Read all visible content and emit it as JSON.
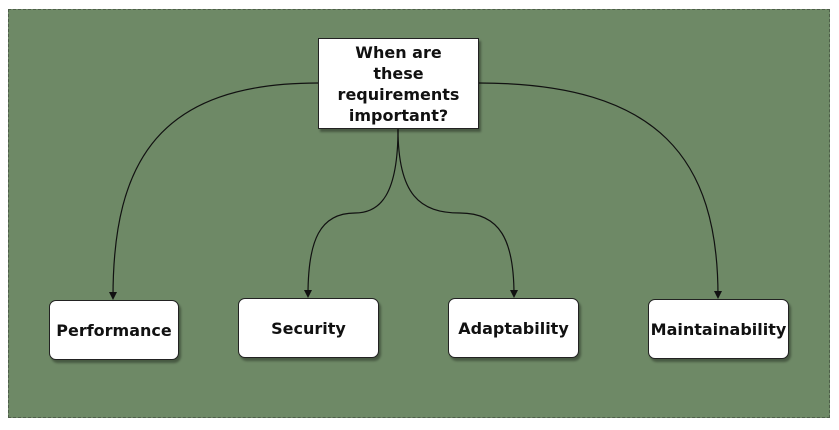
{
  "diagram": {
    "root": {
      "label": "When are these requirements important?"
    },
    "children": [
      {
        "id": "performance",
        "label": "Performance"
      },
      {
        "id": "security",
        "label": "Security"
      },
      {
        "id": "adaptability",
        "label": "Adaptability"
      },
      {
        "id": "maintainability",
        "label": "Maintainability"
      }
    ],
    "edges": [
      {
        "from": "root",
        "to": "performance"
      },
      {
        "from": "root",
        "to": "security"
      },
      {
        "from": "root",
        "to": "adaptability"
      },
      {
        "from": "root",
        "to": "maintainability"
      }
    ]
  },
  "colors": {
    "background": "#6e8966",
    "node_fill": "#ffffff",
    "edge_stroke": "#111111"
  }
}
